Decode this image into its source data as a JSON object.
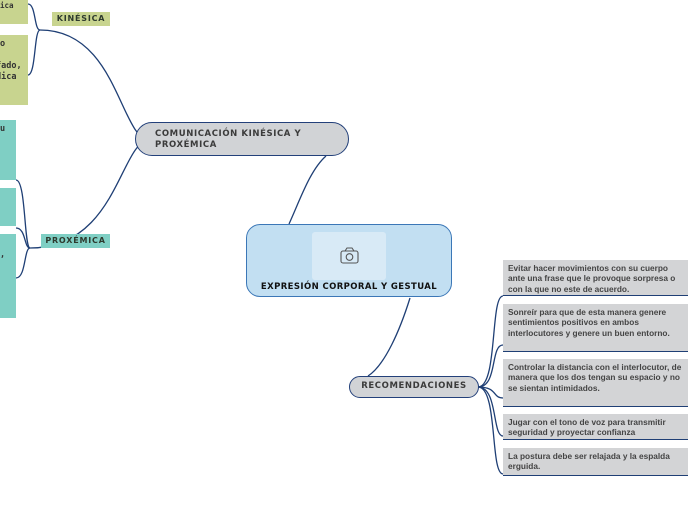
{
  "root": {
    "title": "EXPRESIÓN CORPORAL Y GESTUAL",
    "image_icon": "camera-icon"
  },
  "branches": {
    "kinesica_proxemica": "COMUNICACIÓN KINÉSICA Y PROXÉMICA",
    "kinesica": "KINÉSICA",
    "proxemica": "PROXÉMICA",
    "recomendaciones": "RECOMENDACIONES"
  },
  "clipped_fragments": {
    "green_top": "ica",
    "green_a": "o",
    "green_b": "fado,",
    "green_c": "dica",
    "teal_a": "u",
    "teal_b": ","
  },
  "recommendations": [
    "Evitar hacer movimientos con su cuerpo ante una frase que le provoque sorpresa o con la que no este de acuerdo.",
    "Sonreír para que de esta manera genere sentimientos positivos en ambos interlocutores y genere un buen entorno.",
    "Controlar la distancia con el interlocutor, de manera que los dos tengan su espacio y no se sientan intimidados.",
    "Jugar con el tono de voz para transmitir seguridad y proyectar confianza",
    "La postura debe ser relajada y la espalda erguida."
  ],
  "colors": {
    "root_fill": "#c2dff2",
    "root_border": "#3b77b7",
    "connector": "#1f3f75",
    "kinesica_fill": "#c8d48f",
    "proxemica_fill": "#7fcfc4",
    "pill_fill": "#d1d3d6",
    "leaf_fill": "#d3d4d6"
  }
}
